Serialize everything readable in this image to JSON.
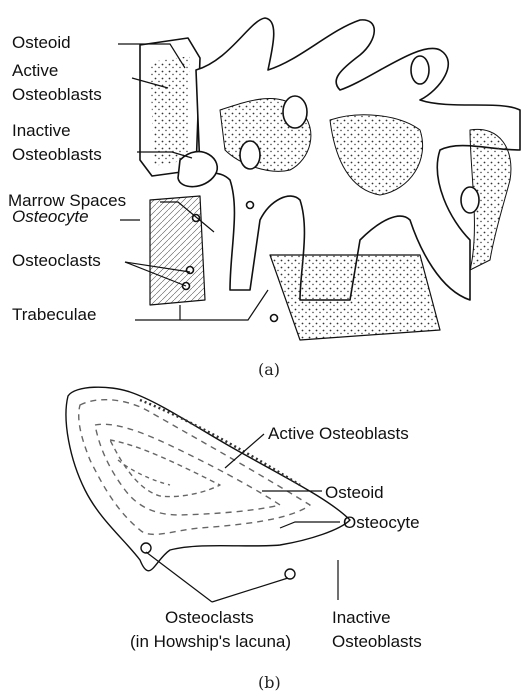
{
  "panel_a": {
    "labels": {
      "osteoid": "Osteoid",
      "active_osteoblasts_1": "Active",
      "active_osteoblasts_2": "Osteoblasts",
      "inactive_osteoblasts_1": "Inactive",
      "inactive_osteoblasts_2": "Osteoblasts",
      "marrow_spaces": "Marrow Spaces",
      "osteocyte": "Osteocyte",
      "osteoclasts": "Osteoclasts",
      "trabeculae": "Trabeculae"
    },
    "caption": "(a)"
  },
  "panel_b": {
    "labels": {
      "active_osteoblasts": "Active Osteoblasts",
      "osteoid": "Osteoid",
      "osteocyte": "Osteocyte",
      "osteoclasts_1": "Osteoclasts",
      "osteoclasts_2": "(in Howship's lacuna)",
      "inactive_osteoblasts_1": "Inactive",
      "inactive_osteoblasts_2": "Osteoblasts"
    },
    "caption": "(b)"
  }
}
